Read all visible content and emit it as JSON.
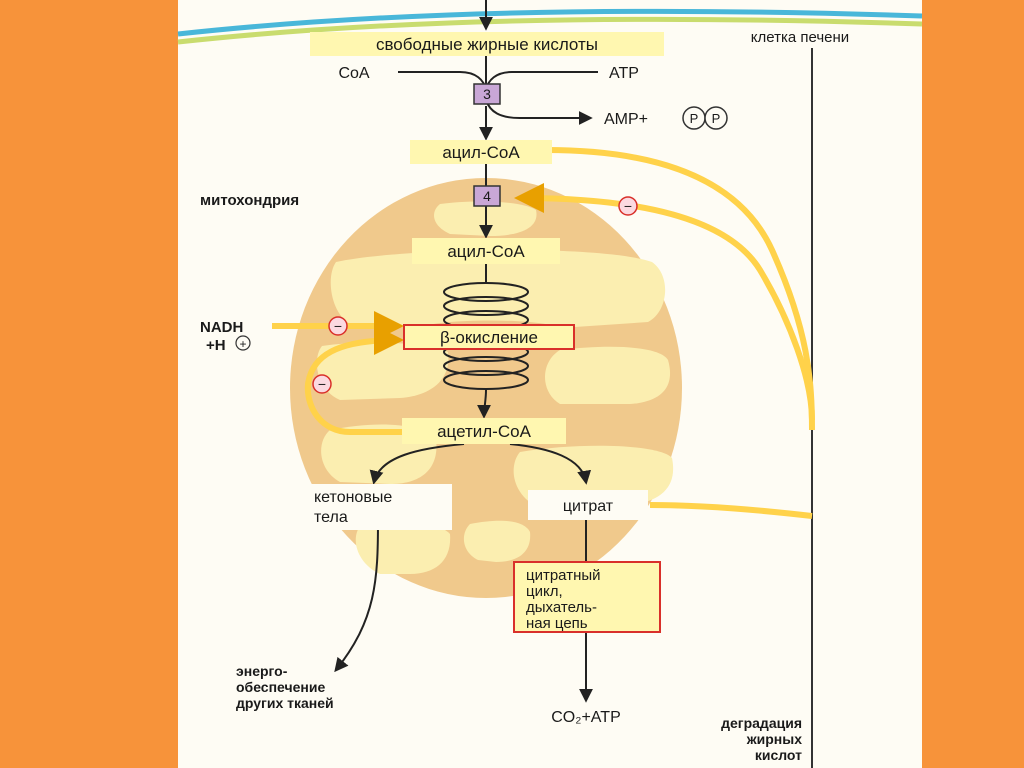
{
  "header": {
    "free_fatty_acids": "свободные жирные кислоты",
    "liver_cell": "клетка печени"
  },
  "reaction": {
    "coa": "CoA",
    "atp": "ATP",
    "enzyme_3": "3",
    "amp_plus": "AMP+",
    "p1": "P",
    "p2": "P"
  },
  "cytosol": {
    "acyl_coa": "ацил-CoA"
  },
  "mitochondrion": {
    "label": "митохондрия",
    "enzyme_4": "4",
    "acyl_coa": "ацил-CoA",
    "beta_oxidation": "β-окисление",
    "acetyl_coa": "ацетил-CoA",
    "ketone_line1": "кетоновые",
    "ketone_line2": "тела",
    "citrate": "цитрат",
    "cycle_line1": "цитратный",
    "cycle_line2": "цикл,",
    "cycle_line3": "дыхатель-",
    "cycle_line4": "ная цепь"
  },
  "inhibitors": {
    "nadh": "NADH",
    "h_plus": "+H",
    "plus": "+",
    "minus": "−"
  },
  "outputs": {
    "energy_line1": "энерго-",
    "energy_line2": "обеспечение",
    "energy_line3": "других тканей",
    "co2_atp": "CO₂+ATP",
    "degradation_line1": "деградация",
    "degradation_line2": "жирных",
    "degradation_line3": "кислот"
  },
  "colors": {
    "background": "#f7933a",
    "panel": "#fefcf4",
    "mitochondrion_fill": "#f0c98c",
    "cristae_fill": "#fbeeb0",
    "highlight_yellow": "#fff7b0",
    "inhibitor_arrow": "#ffd24a",
    "enzyme_box": "#c9a7d6",
    "membrane_blue": "#49b7d9",
    "membrane_green": "#c9dc6e",
    "red_frame": "#d9302a"
  }
}
